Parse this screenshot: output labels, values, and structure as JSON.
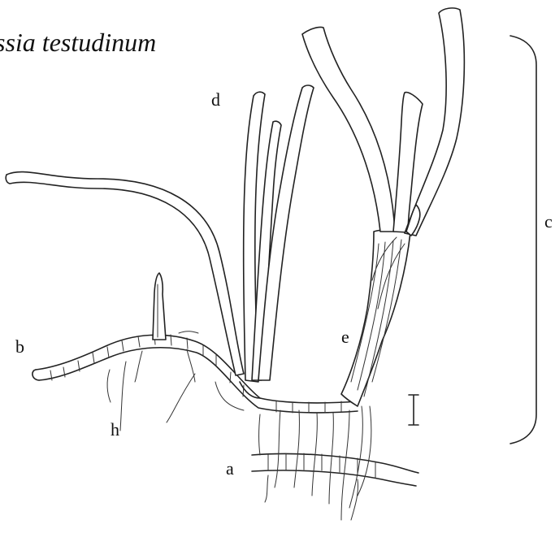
{
  "figure": {
    "title": "ssia testudinum",
    "labels": {
      "a": "a",
      "b": "b",
      "c": "c",
      "d": "d",
      "e": "e",
      "h": "h"
    }
  }
}
